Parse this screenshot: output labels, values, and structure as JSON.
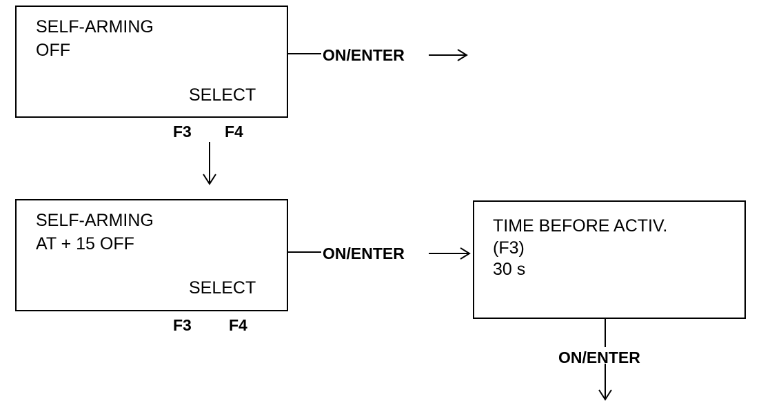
{
  "screens": {
    "top": {
      "line1": "SELF-ARMING",
      "line2": "OFF",
      "select": "SELECT",
      "f3": "F3",
      "f4": "F4"
    },
    "middle": {
      "line1": "SELF-ARMING",
      "line2": "AT + 15 OFF",
      "select": "SELECT",
      "f3": "F3",
      "f4": "F4"
    },
    "right": {
      "line1": "TIME BEFORE ACTIV.",
      "line2": "(F3)",
      "line3": "30 s"
    }
  },
  "transitions": {
    "top_right": "ON/ENTER",
    "middle_right": "ON/ENTER",
    "right_down": "ON/ENTER"
  }
}
